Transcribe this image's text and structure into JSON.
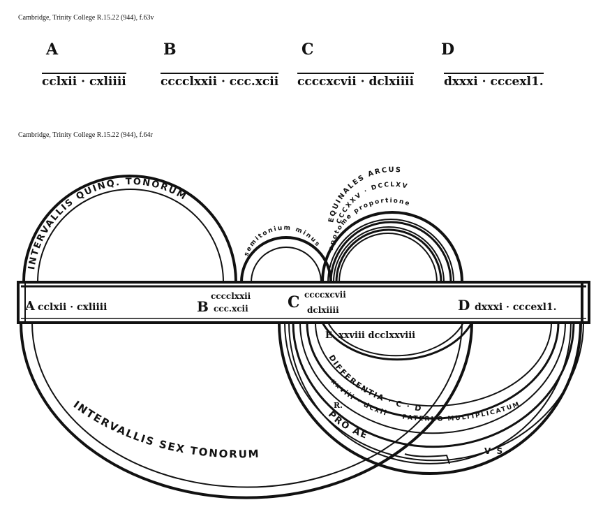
{
  "captions": {
    "f63v": "Cambridge, Trinity College R.15.22 (944), f.63v",
    "f64r": "Cambridge, Trinity College R.15.22 (944), f.64r"
  },
  "top_table": {
    "columns": [
      {
        "letter": "A",
        "value": "cclxii · cxliiii"
      },
      {
        "letter": "B",
        "value": "cccclxxii · ccc.xcii"
      },
      {
        "letter": "C",
        "value": "ccccxcvii · dclxiiii"
      },
      {
        "letter": "D",
        "value": "dxxxi · cccexl1."
      }
    ]
  },
  "diagram": {
    "bar_labels": {
      "a_letter": "A",
      "a_value": "cclxii · cxliiii",
      "b_letter": "B",
      "b_value_top": "cccclxxii",
      "b_value_bottom": "ccc.xcii",
      "c_letter": "C",
      "c_value_top": "ccccxcvii",
      "c_value_bottom": "dclxiiii",
      "d_letter": "D",
      "d_value": "dxxxi · cccexl1."
    },
    "arc_labels": {
      "intervallis_quinque": "INTERVALLIS QUINQ. TONORUM",
      "semitonium_minus": "semitonium minus",
      "equinales_arcus": "EQUINALES ARCUS",
      "xxv_dcclxv": "CCCXXV · DCCLXV",
      "apotome_proportione": "apotome proportione",
      "e_value": "E. xxviii dcclxxviii",
      "differentia_cd": "DIFFERENTIA · C · D",
      "xxviii_dcxii": "xxviii · dcxii",
      "pro_aequo": "PRO AEQUO",
      "paterno_multiplicatum": "PATERNO MULTIPLICATUM",
      "r_small": "R.",
      "vs": "V S",
      "intervallis_sex": "INTERVALLIS SEX TONORUM"
    }
  }
}
